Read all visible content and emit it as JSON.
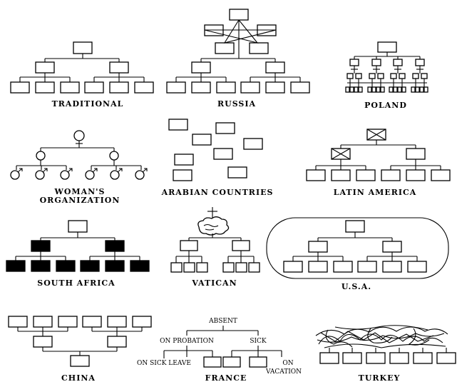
{
  "captions": {
    "traditional": "TRADITIONAL",
    "russia": "RUSSIA",
    "poland": "POLAND",
    "womans_line1": "WOMAN'S",
    "womans_line2": "ORGANIZATION",
    "arabian": "ARABIAN COUNTRIES",
    "latin_america": "LATIN AMERICA",
    "south_africa": "SOUTH AFRICA",
    "vatican": "VATICAN",
    "usa": "U.S.A.",
    "china": "CHINA",
    "france": "FRANCE",
    "turkey": "TURKEY"
  },
  "france_labels": {
    "absent": "ABSENT",
    "on_probation": "ON PROBATION",
    "sick": "SICK",
    "on_sick_leave": "ON SICK LEAVE",
    "on": "ON",
    "vacation": "VACATION"
  },
  "icons": {
    "female": "female-symbol-icon",
    "male": "male-symbol-icon",
    "cross": "cross-icon",
    "cloud": "cloud-icon"
  }
}
